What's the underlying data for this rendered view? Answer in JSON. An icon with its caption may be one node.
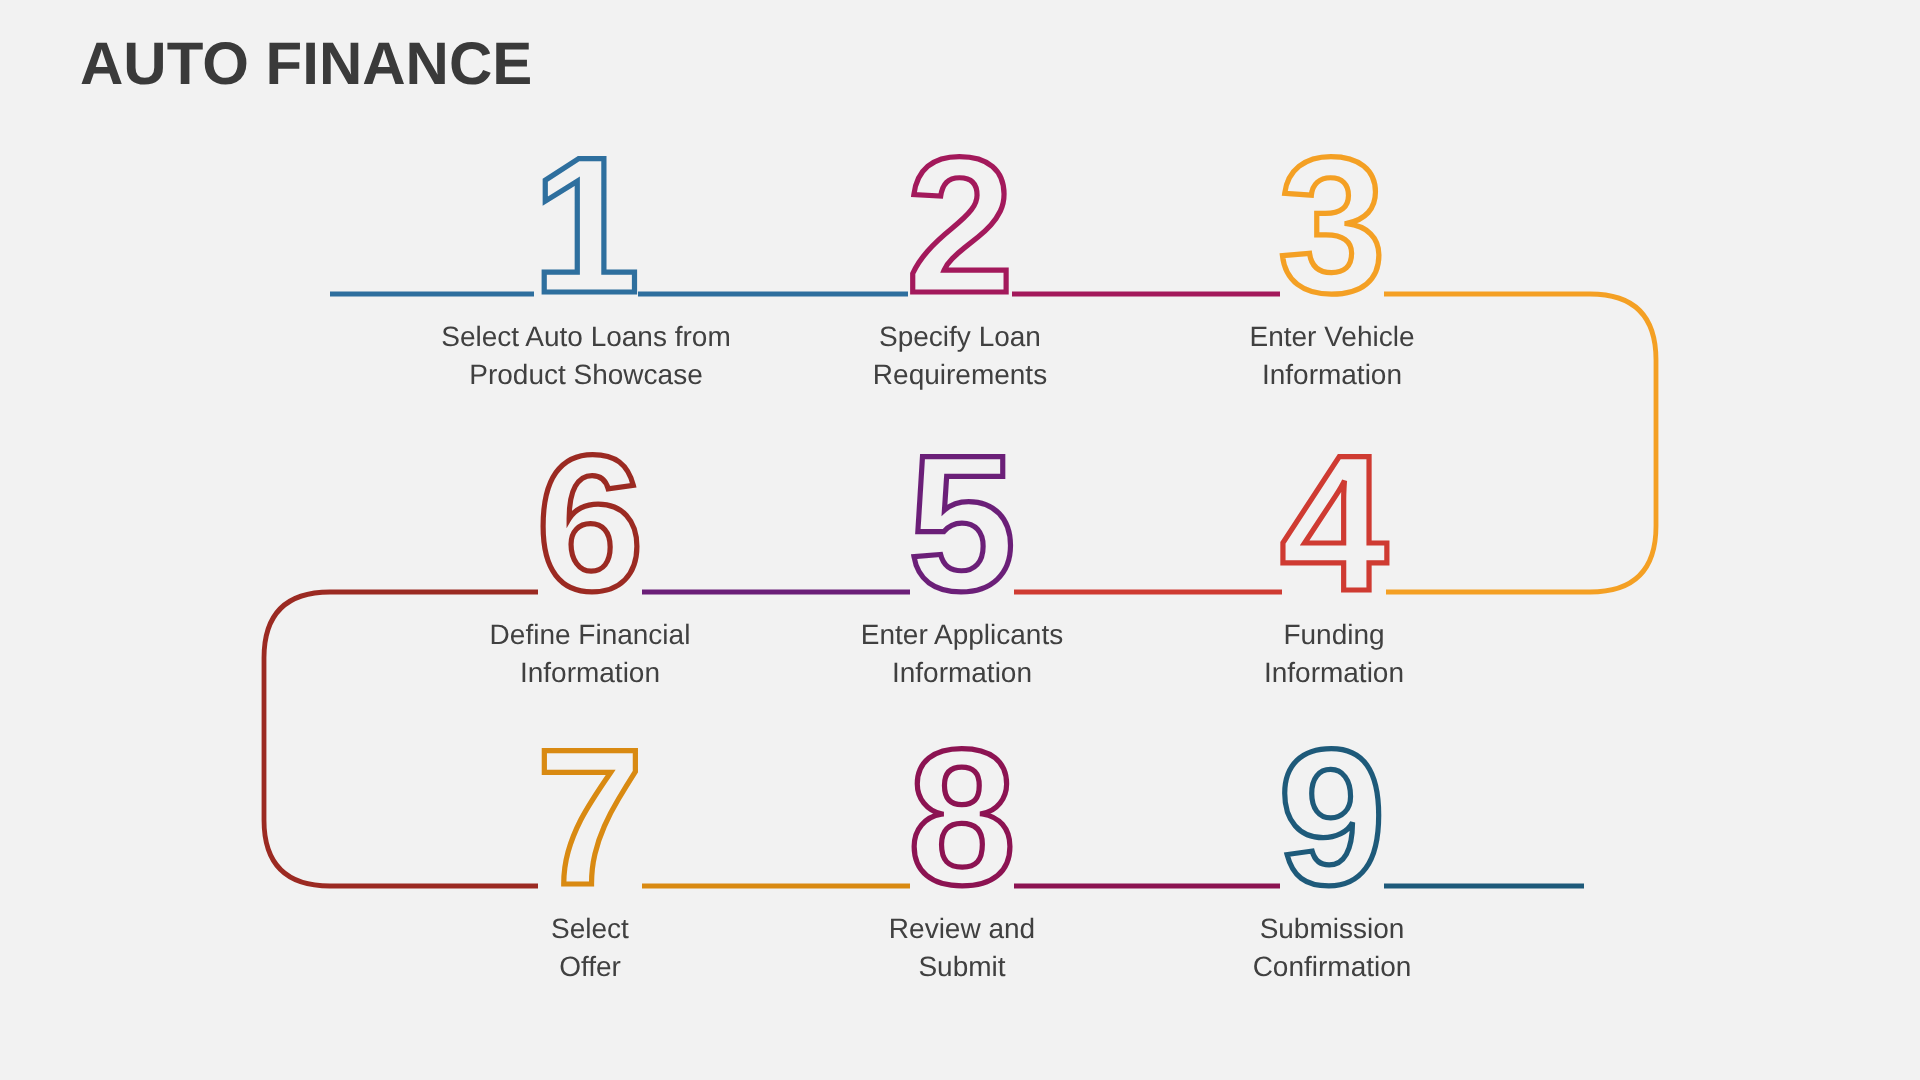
{
  "diagram": {
    "title": "AUTO FINANCE",
    "nodes": [
      {
        "text": [
          "1"
        ],
        "beside": [
          "Select Auto Loans from Product Showcase"
        ]
      },
      {
        "text": [
          "2"
        ],
        "beside": [
          "Specify Loan Requirements"
        ]
      },
      {
        "text": [
          "3"
        ],
        "beside": [
          "Enter Vehicle Information"
        ]
      },
      {
        "text": [
          "4"
        ],
        "beside": [
          "Funding Information"
        ]
      },
      {
        "text": [
          "5"
        ],
        "beside": [
          "Enter Applicants Information"
        ]
      },
      {
        "text": [
          "6"
        ],
        "beside": [
          "Define Financial Information"
        ]
      },
      {
        "text": [
          "7"
        ],
        "beside": [
          "Select Offer"
        ]
      },
      {
        "text": [
          "8"
        ],
        "beside": [
          "Review and Submit"
        ]
      },
      {
        "text": [
          "9"
        ],
        "beside": [
          "Submission Confirmation"
        ]
      }
    ],
    "edges": [
      {
        "from": null,
        "to": 0,
        "arrow": "none",
        "color": "#2e6f9e"
      },
      {
        "from": 0,
        "to": 1,
        "arrow": "none",
        "color": "#2e6f9e"
      },
      {
        "from": 1,
        "to": 2,
        "arrow": "none",
        "color": "#a3195b"
      },
      {
        "from": 2,
        "to": 3,
        "arrow": "none",
        "color": "#f4a024"
      },
      {
        "from": 3,
        "to": 4,
        "arrow": "none",
        "color": "#cf3b32"
      },
      {
        "from": 4,
        "to": 5,
        "arrow": "none",
        "color": "#6b1f78"
      },
      {
        "from": 5,
        "to": 6,
        "arrow": "none",
        "color": "#9b2a22"
      },
      {
        "from": 6,
        "to": 7,
        "arrow": "none",
        "color": "#d98a12"
      },
      {
        "from": 7,
        "to": 8,
        "arrow": "none",
        "color": "#8c1352"
      },
      {
        "from": 8,
        "to": null,
        "arrow": "none",
        "color": "#1e5a7a"
      }
    ]
  }
}
